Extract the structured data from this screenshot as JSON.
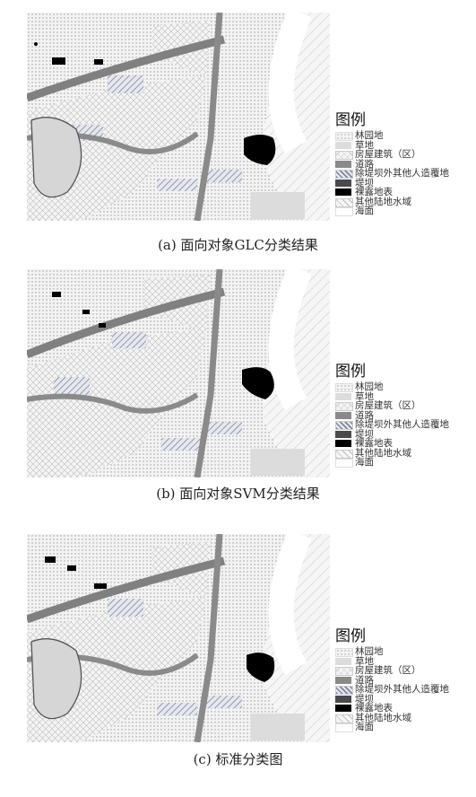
{
  "legend": {
    "title": "图例",
    "items": [
      {
        "label": "林园地",
        "fill": "dots"
      },
      {
        "label": "草地",
        "fill": "#dcdcdc"
      },
      {
        "label": "房屋建筑（区）",
        "fill": "grid"
      },
      {
        "label": "道路",
        "fill": "#8a8a8a"
      },
      {
        "label": "除堤坝外其他人造覆地",
        "fill": "hatchblue"
      },
      {
        "label": "堤坝",
        "fill": "#4a4a4a"
      },
      {
        "label": "裸露地表",
        "fill": "#000000"
      },
      {
        "label": "其他陆地水域",
        "fill": "hatchgray"
      },
      {
        "label": "海面",
        "fill": "#ffffff"
      }
    ]
  },
  "panels": [
    {
      "caption": "(a) 面向对象GLC分类结果"
    },
    {
      "caption": "(b) 面向对象SVM分类结果"
    },
    {
      "caption": "(c) 标准分类图"
    }
  ]
}
